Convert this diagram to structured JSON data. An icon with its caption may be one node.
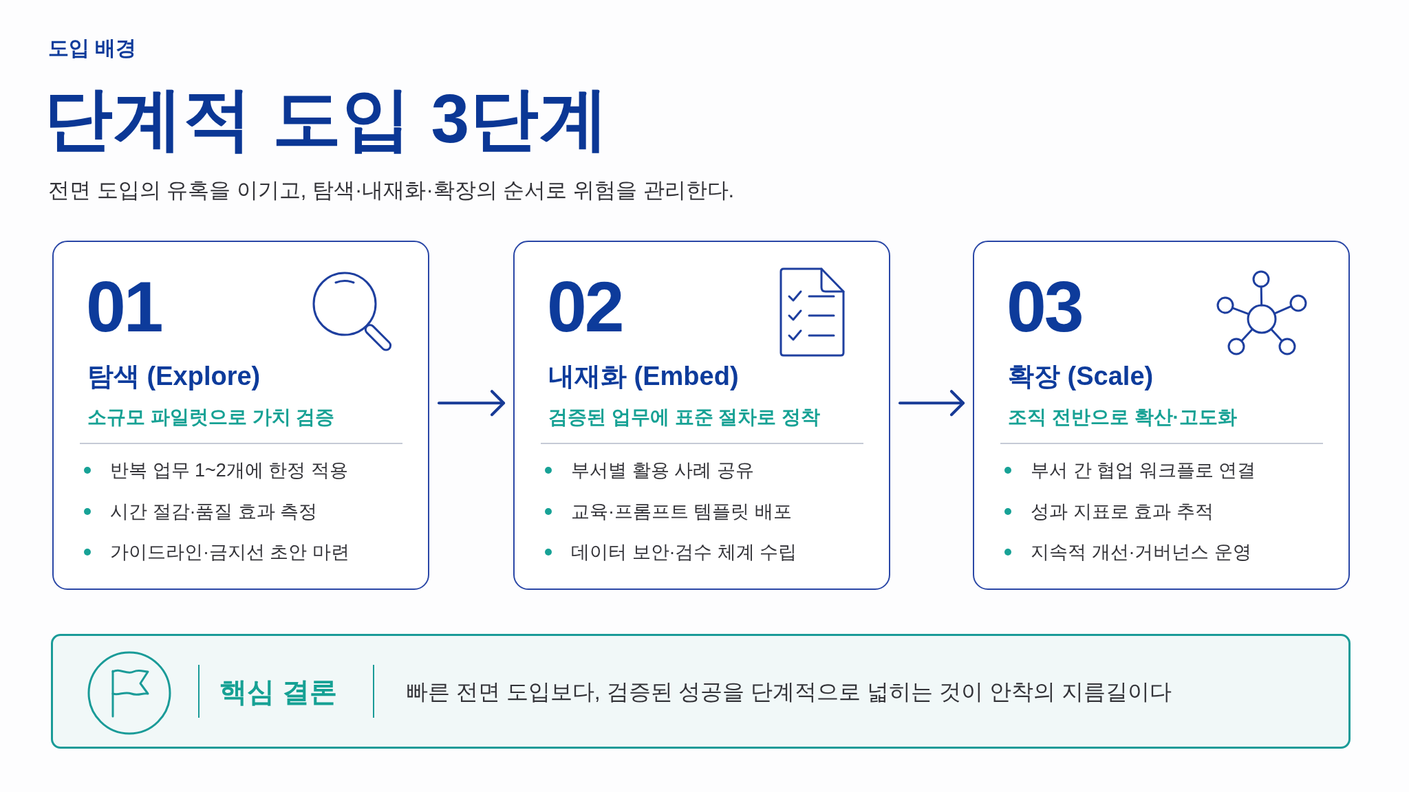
{
  "diagram": {
    "title": "단계적 도입 3단계",
    "nodes": [
      {
        "text": [
          "01",
          "탐색 (Explore)",
          "소규모 파일럿으로 가치 검증",
          "반복 업무 1~2개에 한정 적용",
          "시간 절감·품질 효과 측정",
          "가이드라인·금지선 초안 마련"
        ]
      },
      {
        "text": [
          "02",
          "내재화 (Embed)",
          "검증된 업무에 표준 절차로 정착",
          "부서별 활용 사례 공유",
          "교육·프롬프트 템플릿 배포",
          "데이터 보안·검수 체계 수립"
        ]
      },
      {
        "text": [
          "03",
          "확장 (Scale)",
          "조직 전반으로 확산·고도화",
          "부서 간 협업 워크플로 연결",
          "성과 지표로 효과 추적",
          "지속적 개선·거버넌스 운영"
        ]
      },
      {
        "text": [
          "핵심 결론",
          "빠른 전면 도입보다, 검증된 성공을 단계적으로 넓히는 것이 안착의 지름길이다"
        ]
      }
    ],
    "edges": [
      {
        "from": 0,
        "to": 1,
        "arrow": "to"
      },
      {
        "from": 1,
        "to": 2,
        "arrow": "to"
      }
    ],
    "labels": [
      "도입 배경",
      "전면 도입의 유혹을 이기고, 탐색·내재화·확장의 순서로 위험을 관리한다."
    ]
  }
}
